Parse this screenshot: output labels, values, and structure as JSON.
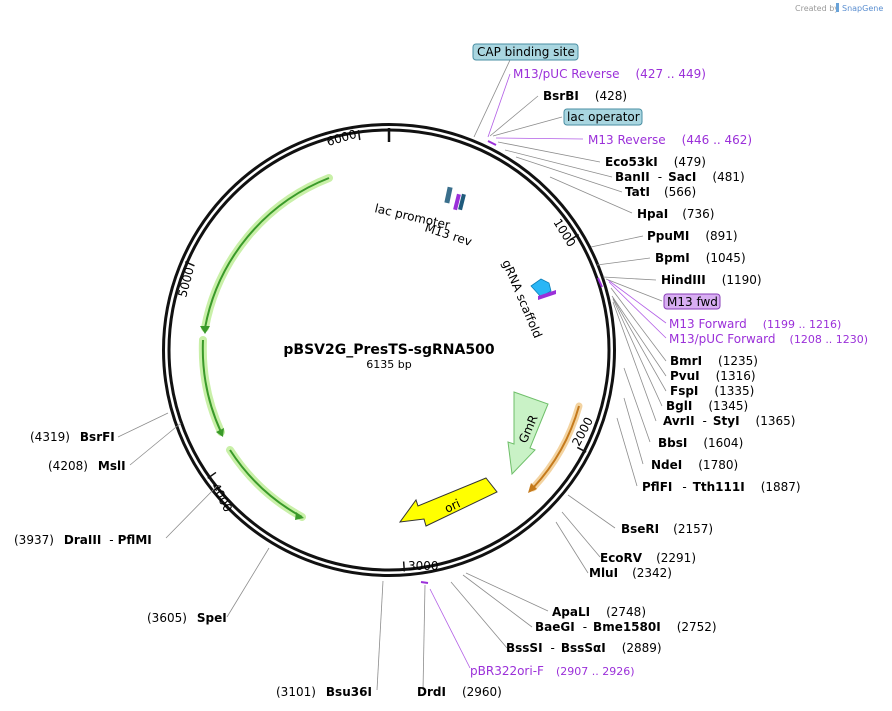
{
  "header": {
    "credit": "Created by",
    "brand": "SnapGene"
  },
  "plasmid": {
    "name": "pBSV2G_PresTS-sgRNA500",
    "size": "6135 bp"
  },
  "ticks": [
    "6000",
    "1000",
    "2000",
    "3000",
    "4000",
    "5000"
  ],
  "features": {
    "lac_promoter": "lac promoter",
    "m13_rev": "M13 rev",
    "grna": "gRNA scaffold",
    "gmr": "GmR",
    "ori": "ori"
  },
  "boxes": {
    "cap": "CAP binding site",
    "lacop": "lac operator",
    "m13fwd": "M13 fwd"
  },
  "primers": [
    {
      "name": "M13/pUC Reverse",
      "range": "(427 .. 449)"
    },
    {
      "name": "M13 Reverse",
      "range": "(446 .. 462)"
    },
    {
      "name": "M13 Forward",
      "range": "(1199 .. 1216)"
    },
    {
      "name": "M13/pUC Forward",
      "range": "(1208 .. 1230)"
    },
    {
      "name": "pBR322ori-F",
      "range": "(2907 .. 2926)"
    }
  ],
  "sites_right": [
    {
      "name": "BsrBI",
      "pos": "(428)"
    },
    {
      "name": "Eco53kI",
      "pos": "(479)"
    },
    {
      "name": "BanII",
      "sep": "-",
      "name2": "SacI",
      "pos": "(481)"
    },
    {
      "name": "TatI",
      "pos": "(566)"
    },
    {
      "name": "HpaI",
      "pos": "(736)"
    },
    {
      "name": "PpuMI",
      "pos": "(891)"
    },
    {
      "name": "BpmI",
      "pos": "(1045)"
    },
    {
      "name": "HindIII",
      "pos": "(1190)"
    },
    {
      "name": "BmrI",
      "pos": "(1235)"
    },
    {
      "name": "PvuI",
      "pos": "(1316)"
    },
    {
      "name": "FspI",
      "pos": "(1335)"
    },
    {
      "name": "BglI",
      "pos": "(1345)"
    },
    {
      "name": "AvrII",
      "sep": "-",
      "name2": "StyI",
      "pos": "(1365)"
    },
    {
      "name": "BbsI",
      "pos": "(1604)"
    },
    {
      "name": "NdeI",
      "pos": "(1780)"
    },
    {
      "name": "PflFI",
      "sep": "-",
      "name2": "Tth111I",
      "pos": "(1887)"
    },
    {
      "name": "BseRI",
      "pos": "(2157)"
    },
    {
      "name": "EcoRV",
      "pos": "(2291)"
    },
    {
      "name": "MluI",
      "pos": "(2342)"
    },
    {
      "name": "ApaLI",
      "pos": "(2748)"
    },
    {
      "name": "BaeGI",
      "sep": "-",
      "name2": "Bme1580I",
      "pos": "(2752)"
    },
    {
      "name": "BssSI",
      "sep": "-",
      "name2": "BssSαI",
      "pos": "(2889)"
    },
    {
      "name": "DrdI",
      "pos": "(2960)"
    }
  ],
  "sites_left": [
    {
      "name": "BsrFI",
      "pos": "(4319)"
    },
    {
      "name": "MslI",
      "pos": "(4208)"
    },
    {
      "name": "DraIII",
      "sep": "-",
      "name2": "PflMI",
      "pos": "(3937)"
    },
    {
      "name": "SpeI",
      "pos": "(3605)"
    },
    {
      "name": "Bsu36I",
      "pos": "(3101)"
    }
  ],
  "colors": {
    "backbone": "#111111",
    "primer": "#9b30d9",
    "green_arrow": "#3a9a2a",
    "green_glow": "#b6e88a",
    "gmr": "#c9f2c6",
    "ori": "#ffff00",
    "orange": "#c57a1c",
    "box_fill": "#a9d6e0",
    "m13fwd_fill": "#d8aef2"
  }
}
